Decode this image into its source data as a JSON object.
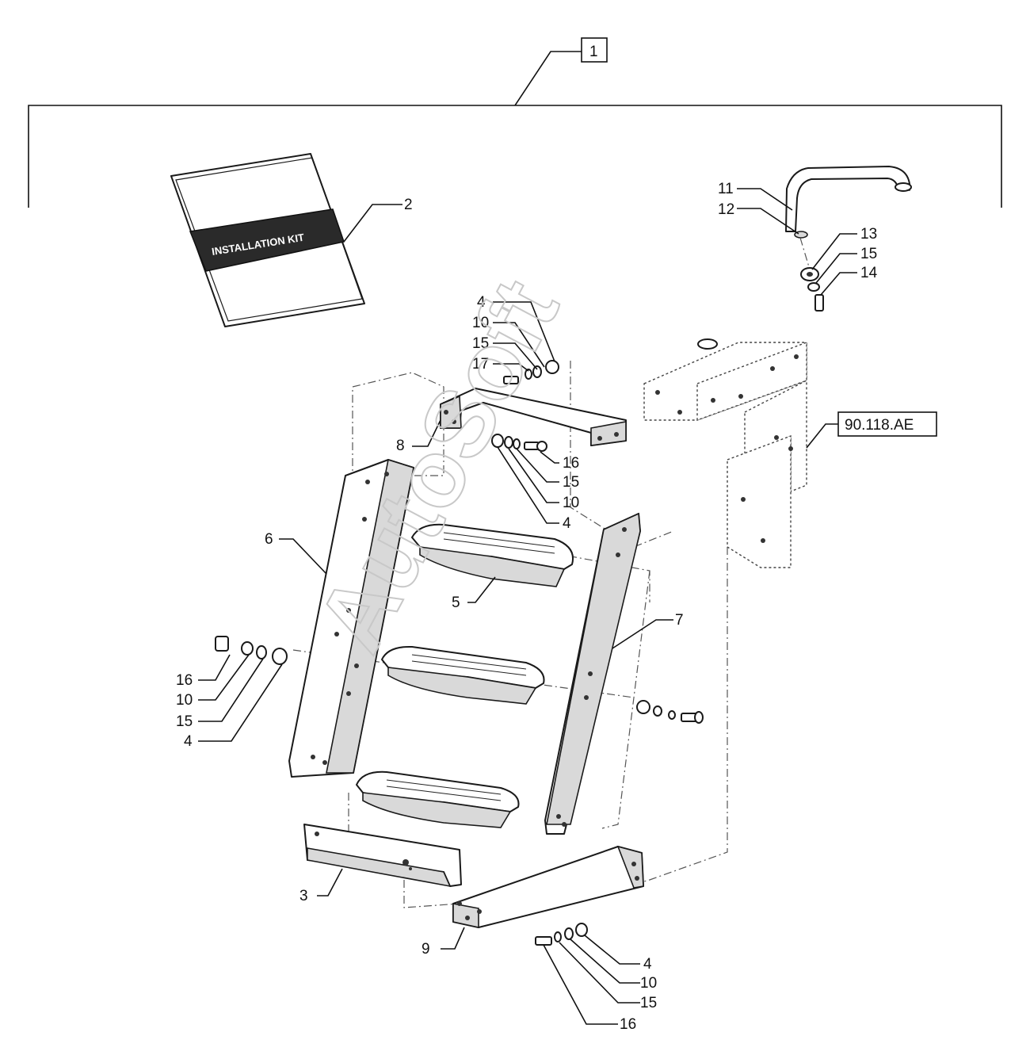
{
  "kit_label": "INSTALLATION KIT",
  "reference_box": "90.118.AE",
  "watermark": "AutoSoft",
  "callouts": {
    "c1": "1",
    "c2": "2",
    "c3": "3",
    "c4a": "4",
    "c10a": "10",
    "c15a": "15",
    "c17": "17",
    "c16b": "16",
    "c15b": "15",
    "c10b": "10",
    "c4b": "4",
    "c5": "5",
    "c6": "6",
    "c7": "7",
    "c8": "8",
    "c9": "9",
    "c11": "11",
    "c12": "12",
    "c13": "13",
    "c15c": "15",
    "c14": "14",
    "c16c": "16",
    "c10c": "10",
    "c15d": "15",
    "c4c": "4",
    "c4d": "4",
    "c10d": "10",
    "c15e": "15",
    "c16d": "16"
  }
}
